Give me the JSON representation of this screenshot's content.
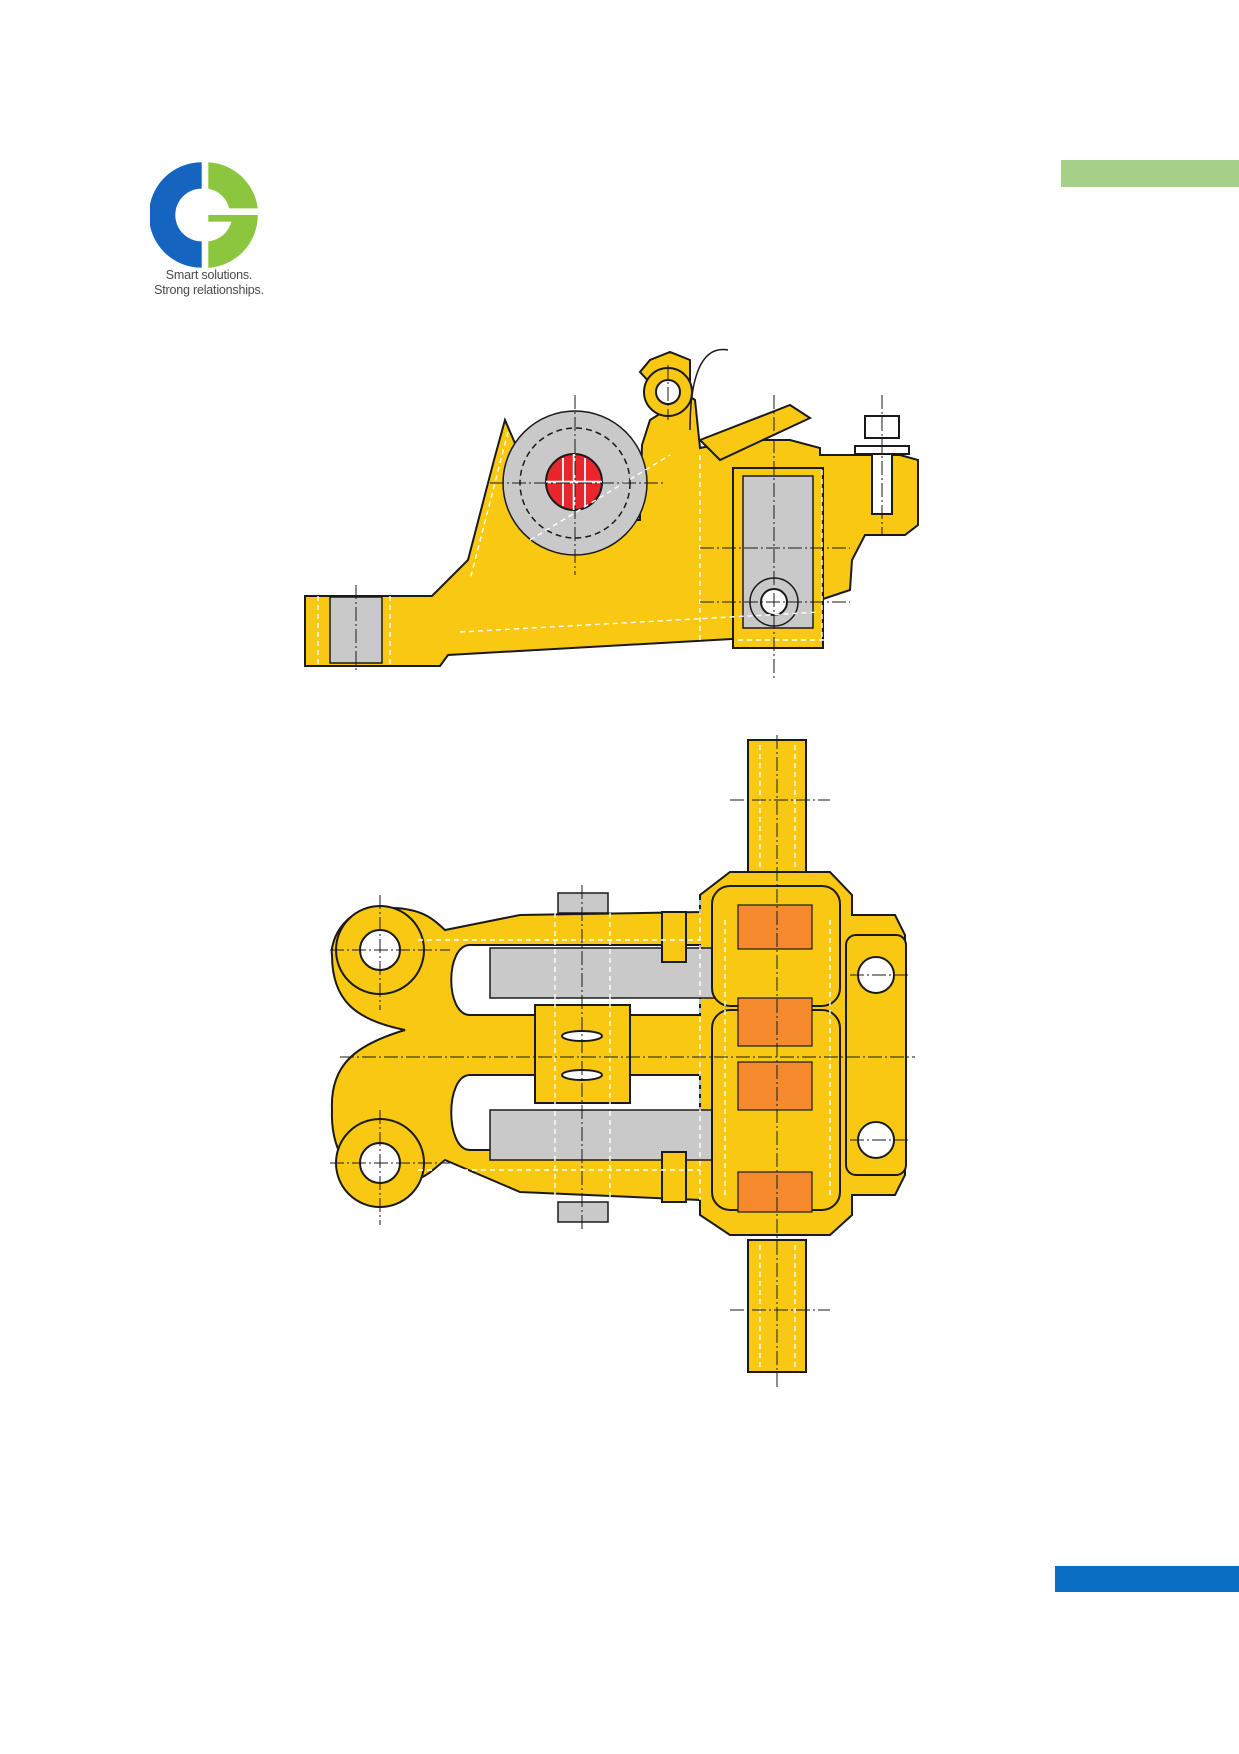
{
  "brand": {
    "tagline_line1": "Smart solutions.",
    "tagline_line2": "Strong relationships.",
    "logo_name": "cg-logo",
    "colors": {
      "logo_blue": "#1565c0",
      "logo_green": "#8cc63f"
    }
  },
  "colors": {
    "casting_yellow": "#f9c812",
    "liner_gray": "#c9c9c9",
    "pad_orange": "#f58a2d",
    "pin_red": "#e8262b",
    "accent_green": "#a6d08a",
    "accent_blue": "#0a6fc2",
    "line": "#1a1a1a"
  }
}
